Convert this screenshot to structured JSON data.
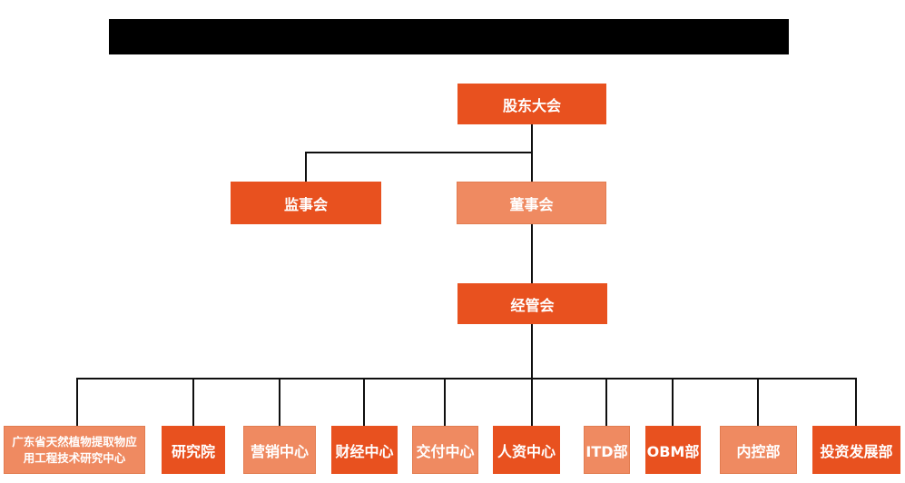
{
  "colors": {
    "dark": "#E8511F",
    "light": "#EF8A61",
    "lightborder": "#E27C50",
    "line": "#0F0F0F",
    "text": "#FFFFFF",
    "redaction": "#000000"
  },
  "org_chart": {
    "type": "organization-chart",
    "root": {
      "label": "股东大会"
    },
    "supervisory": {
      "label": "监事会"
    },
    "board": {
      "label": "董事会"
    },
    "management": {
      "label": "经管会"
    },
    "departments": [
      {
        "label": "广东省天然植物提取物应用工程技术研究中心"
      },
      {
        "label": "研究院"
      },
      {
        "label": "营销中心"
      },
      {
        "label": "财经中心"
      },
      {
        "label": "交付中心"
      },
      {
        "label": "人资中心"
      },
      {
        "label": "ITD部"
      },
      {
        "label": "OBM部"
      },
      {
        "label": "内控部"
      },
      {
        "label": "投资发展部"
      }
    ]
  }
}
